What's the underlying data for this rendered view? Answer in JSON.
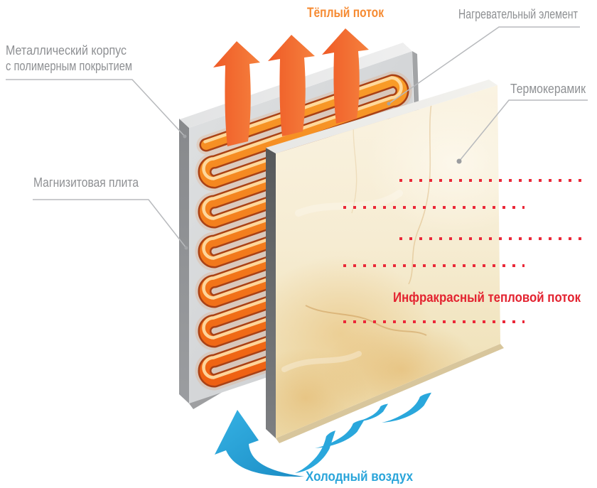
{
  "diagram": {
    "labels": {
      "warm_flow": "Тёплый поток",
      "heating_element": "Нагревательный элемент",
      "metal_case_line1": "Металлический корпус",
      "metal_case_line2": "с полимерным покрытием",
      "magnesite_plate": "Магнизитовая плита",
      "thermoceramic": "Термокерамик",
      "infrared_flow": "Инфракрасный тепловой поток",
      "cold_air": "Холодный воздух"
    },
    "colors": {
      "warm_flow_text": "#f68b33",
      "arrow_orange": "#f2632e",
      "coil_orange": "#f58220",
      "infrared_red": "#e32330",
      "cold_air_blue": "#2aa5da",
      "label_gray": "#8e9093",
      "leader_line_gray": "#b8babd",
      "panel_gray": "#d5d7d8",
      "ceramic_beige": "#f3e8cc"
    }
  }
}
